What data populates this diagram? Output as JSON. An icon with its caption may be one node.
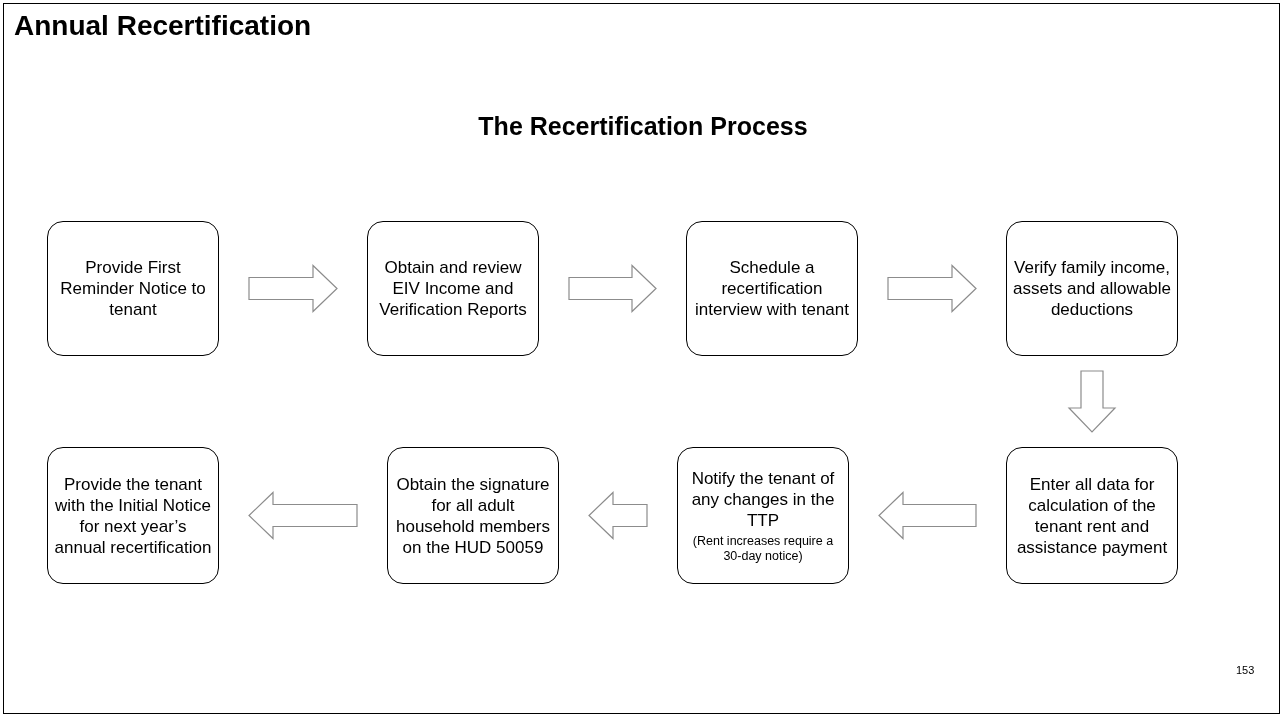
{
  "diagram": {
    "title": "Annual Recertification",
    "caption": "The Recertification Process",
    "nodes": [
      {
        "text": [
          "Provide First Reminder Notice to tenant"
        ]
      },
      {
        "text": [
          "Obtain and review EIV Income and Verification Reports"
        ]
      },
      {
        "text": [
          "Schedule a recertification interview with tenant"
        ]
      },
      {
        "text": [
          "Verify family income, assets and allowable deductions"
        ]
      },
      {
        "text": [
          "Enter all data for calculation of the tenant rent and assistance payment"
        ]
      },
      {
        "text": [
          "Notify the tenant of any changes in the TTP",
          "(Rent increases require a 30-day notice)"
        ]
      },
      {
        "text": [
          "Obtain the signature for all adult household members on the HUD 50059"
        ]
      },
      {
        "text": [
          "Provide the tenant with the Initial Notice for next year’s annual recertification"
        ]
      }
    ],
    "edges": [
      {
        "from": 0,
        "to": 1,
        "arrow": "to"
      },
      {
        "from": 1,
        "to": 2,
        "arrow": "to"
      },
      {
        "from": 2,
        "to": 3,
        "arrow": "to"
      },
      {
        "from": 3,
        "to": 4,
        "arrow": "to"
      },
      {
        "from": 4,
        "to": 5,
        "arrow": "to"
      },
      {
        "from": 5,
        "to": 6,
        "arrow": "to"
      },
      {
        "from": 6,
        "to": 7,
        "arrow": "to"
      }
    ],
    "labels": [
      "153"
    ]
  }
}
